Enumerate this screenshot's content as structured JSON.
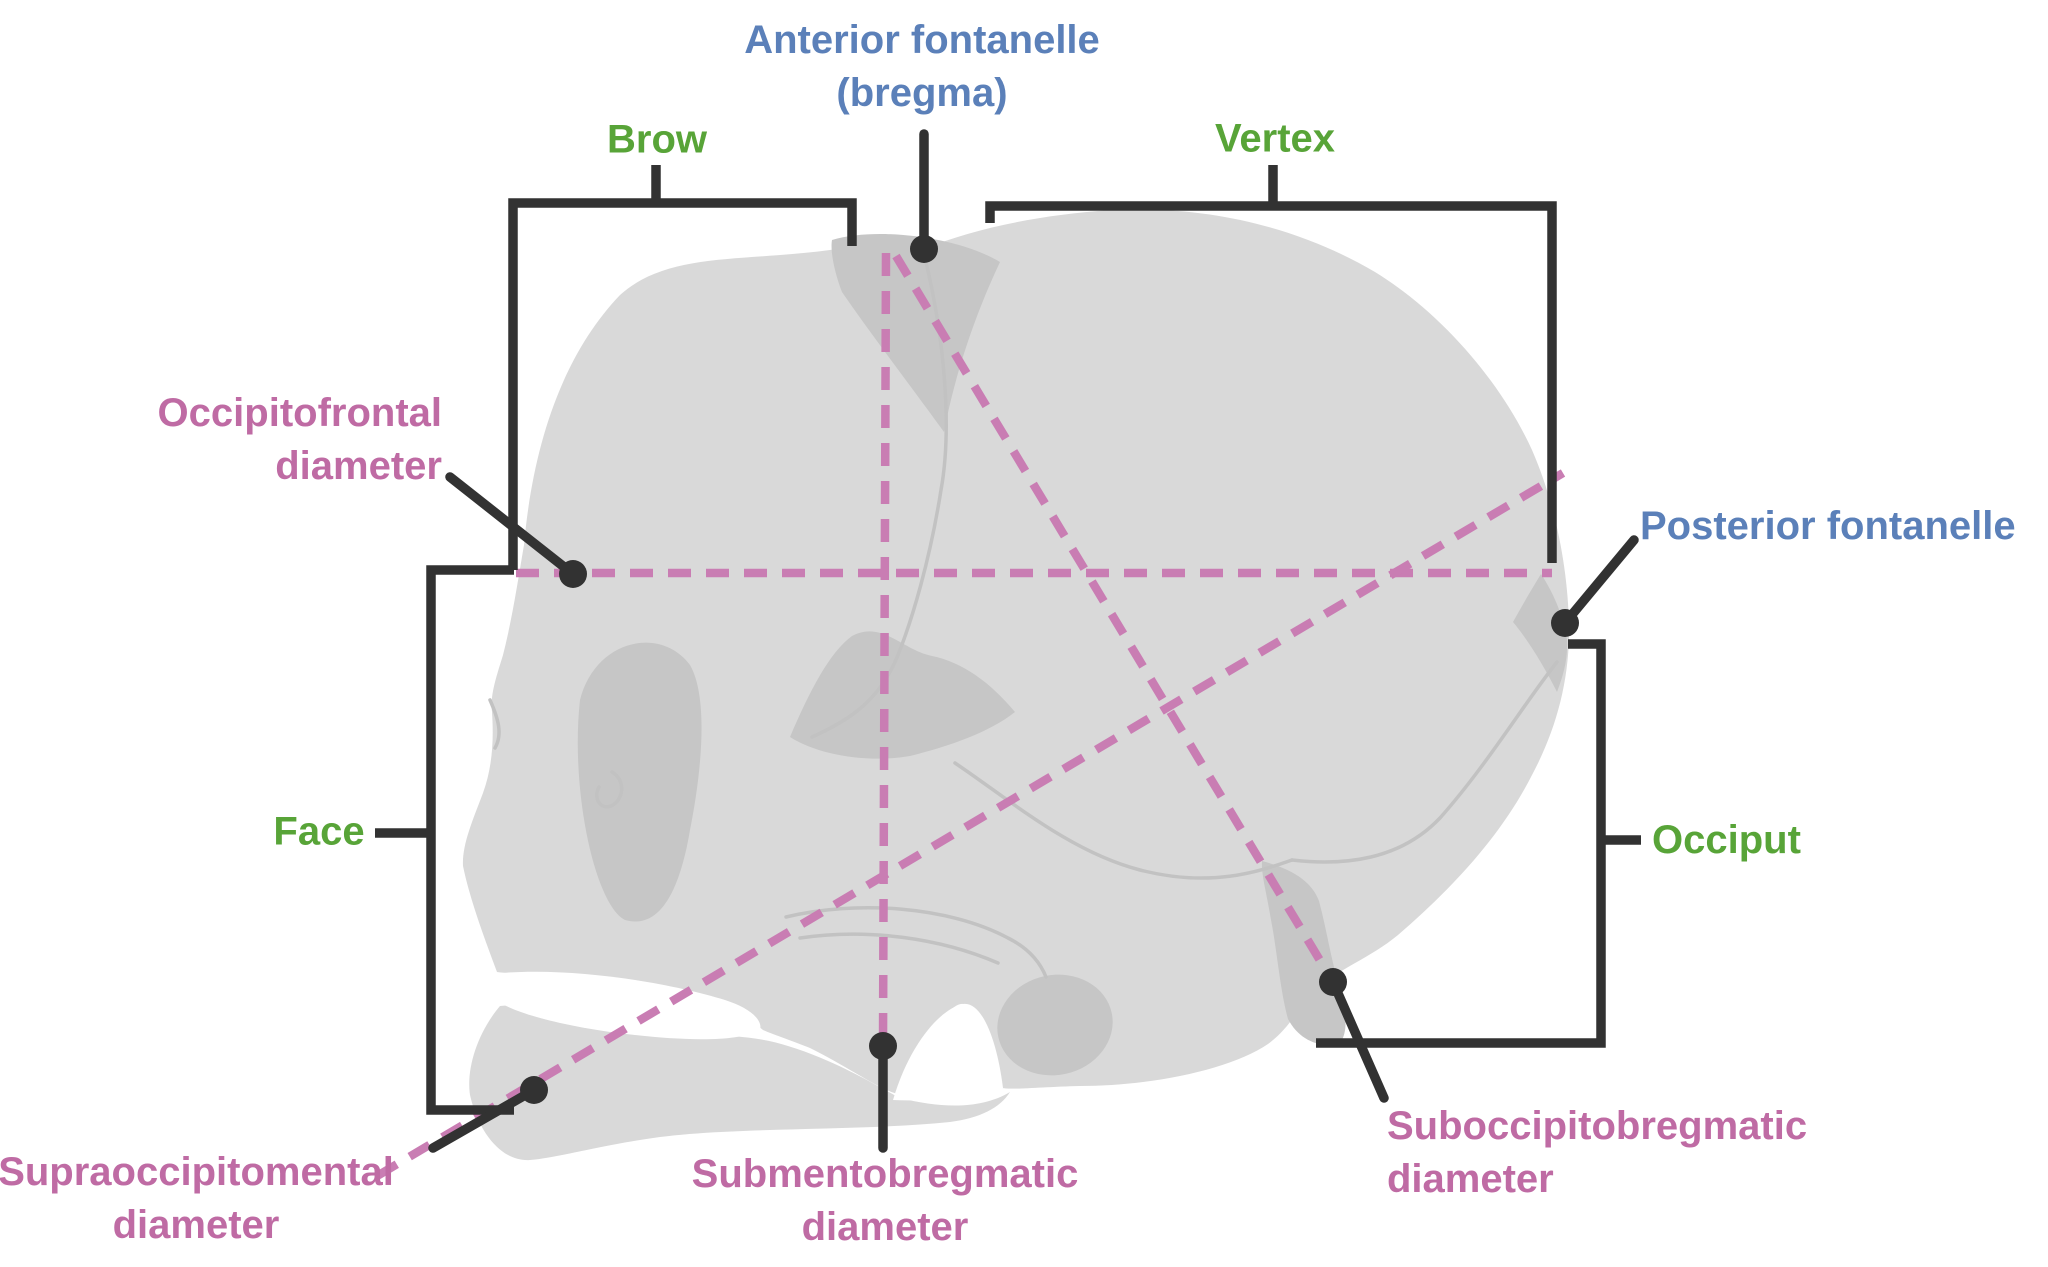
{
  "diagram": {
    "subject": "fetal-skull-lateral-view-obstetric-diameters",
    "labels": {
      "anterior_fontanelle": {
        "line1": "Anterior fontanelle",
        "line2": "(bregma)"
      },
      "brow": {
        "text": "Brow"
      },
      "vertex": {
        "text": "Vertex"
      },
      "occipitofrontal": {
        "line1": "Occipitofrontal",
        "line2": "diameter"
      },
      "posterior_fontanelle": {
        "text": "Posterior fontanelle"
      },
      "face": {
        "text": "Face"
      },
      "occiput": {
        "text": "Occiput"
      },
      "supraoccipitomental": {
        "line1": "Supraoccipitomental",
        "line2": "diameter"
      },
      "submentobregmatic": {
        "line1": "Submentobregmatic",
        "line2": "diameter"
      },
      "suboccipitobregmatic": {
        "line1": "Suboccipitobregmatic",
        "line2": "diameter"
      }
    },
    "colors": {
      "region_label_green": "#58a438",
      "fontanelle_label_blue": "#5b80b9",
      "diameter_label_pink": "#bf6ba4",
      "diameter_dash_pink": "#c97db3",
      "pointer_line_dark": "#323232",
      "skull_gray": "#d9d9d9",
      "skull_shade_gray": "#c6c6c6",
      "background": "#ffffff"
    }
  }
}
